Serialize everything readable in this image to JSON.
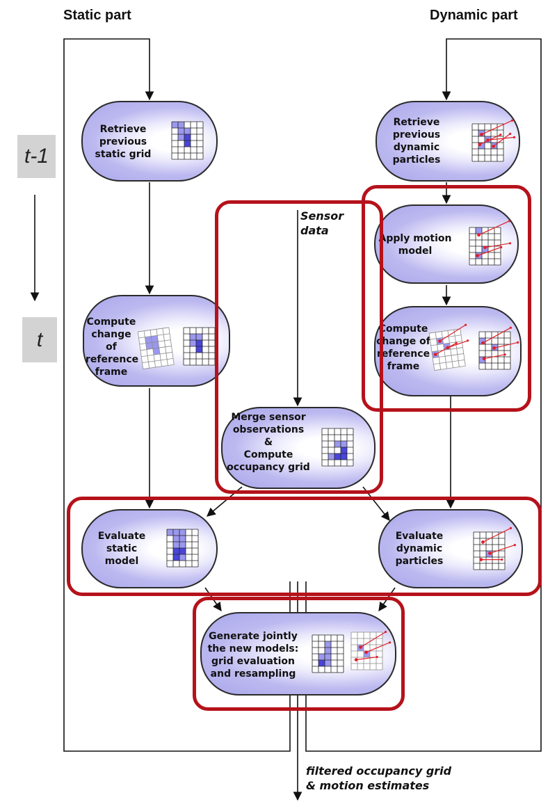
{
  "headers": {
    "static": "Static part",
    "dynamic": "Dynamic part"
  },
  "time_labels": {
    "previous": "t-1",
    "current": "t"
  },
  "nodes": {
    "retrieve_static": "Retrieve\nprevious\nstatic grid",
    "retrieve_dynamic": "Retrieve\nprevious\ndynamic\nparticles",
    "apply_motion": "Apply motion\nmodel",
    "compute_change_static": "Compute\nchange of\nreference\nframe",
    "compute_change_dynamic": "Compute\nchange of\nreference\nframe",
    "merge": "Merge sensor\nobservations\n&\nCompute\noccupancy grid",
    "evaluate_static": "Evaluate\nstatic\nmodel",
    "evaluate_dynamic": "Evaluate\ndynamic\nparticles",
    "generate": "Generate jointly\nthe new models:\ngrid evaluation\nand resampling"
  },
  "labels": {
    "sensor_data": "Sensor\ndata",
    "output": "filtered occupancy grid\n& motion estimates"
  },
  "colors": {
    "node_fill": "#aaa7ea",
    "highlight": "#b5121b",
    "grid_cell": "#9b98ee",
    "grid_cell_dark": "#4a45d8",
    "particle": "#e0202a",
    "time_label_bg": "#d3d3d3"
  }
}
